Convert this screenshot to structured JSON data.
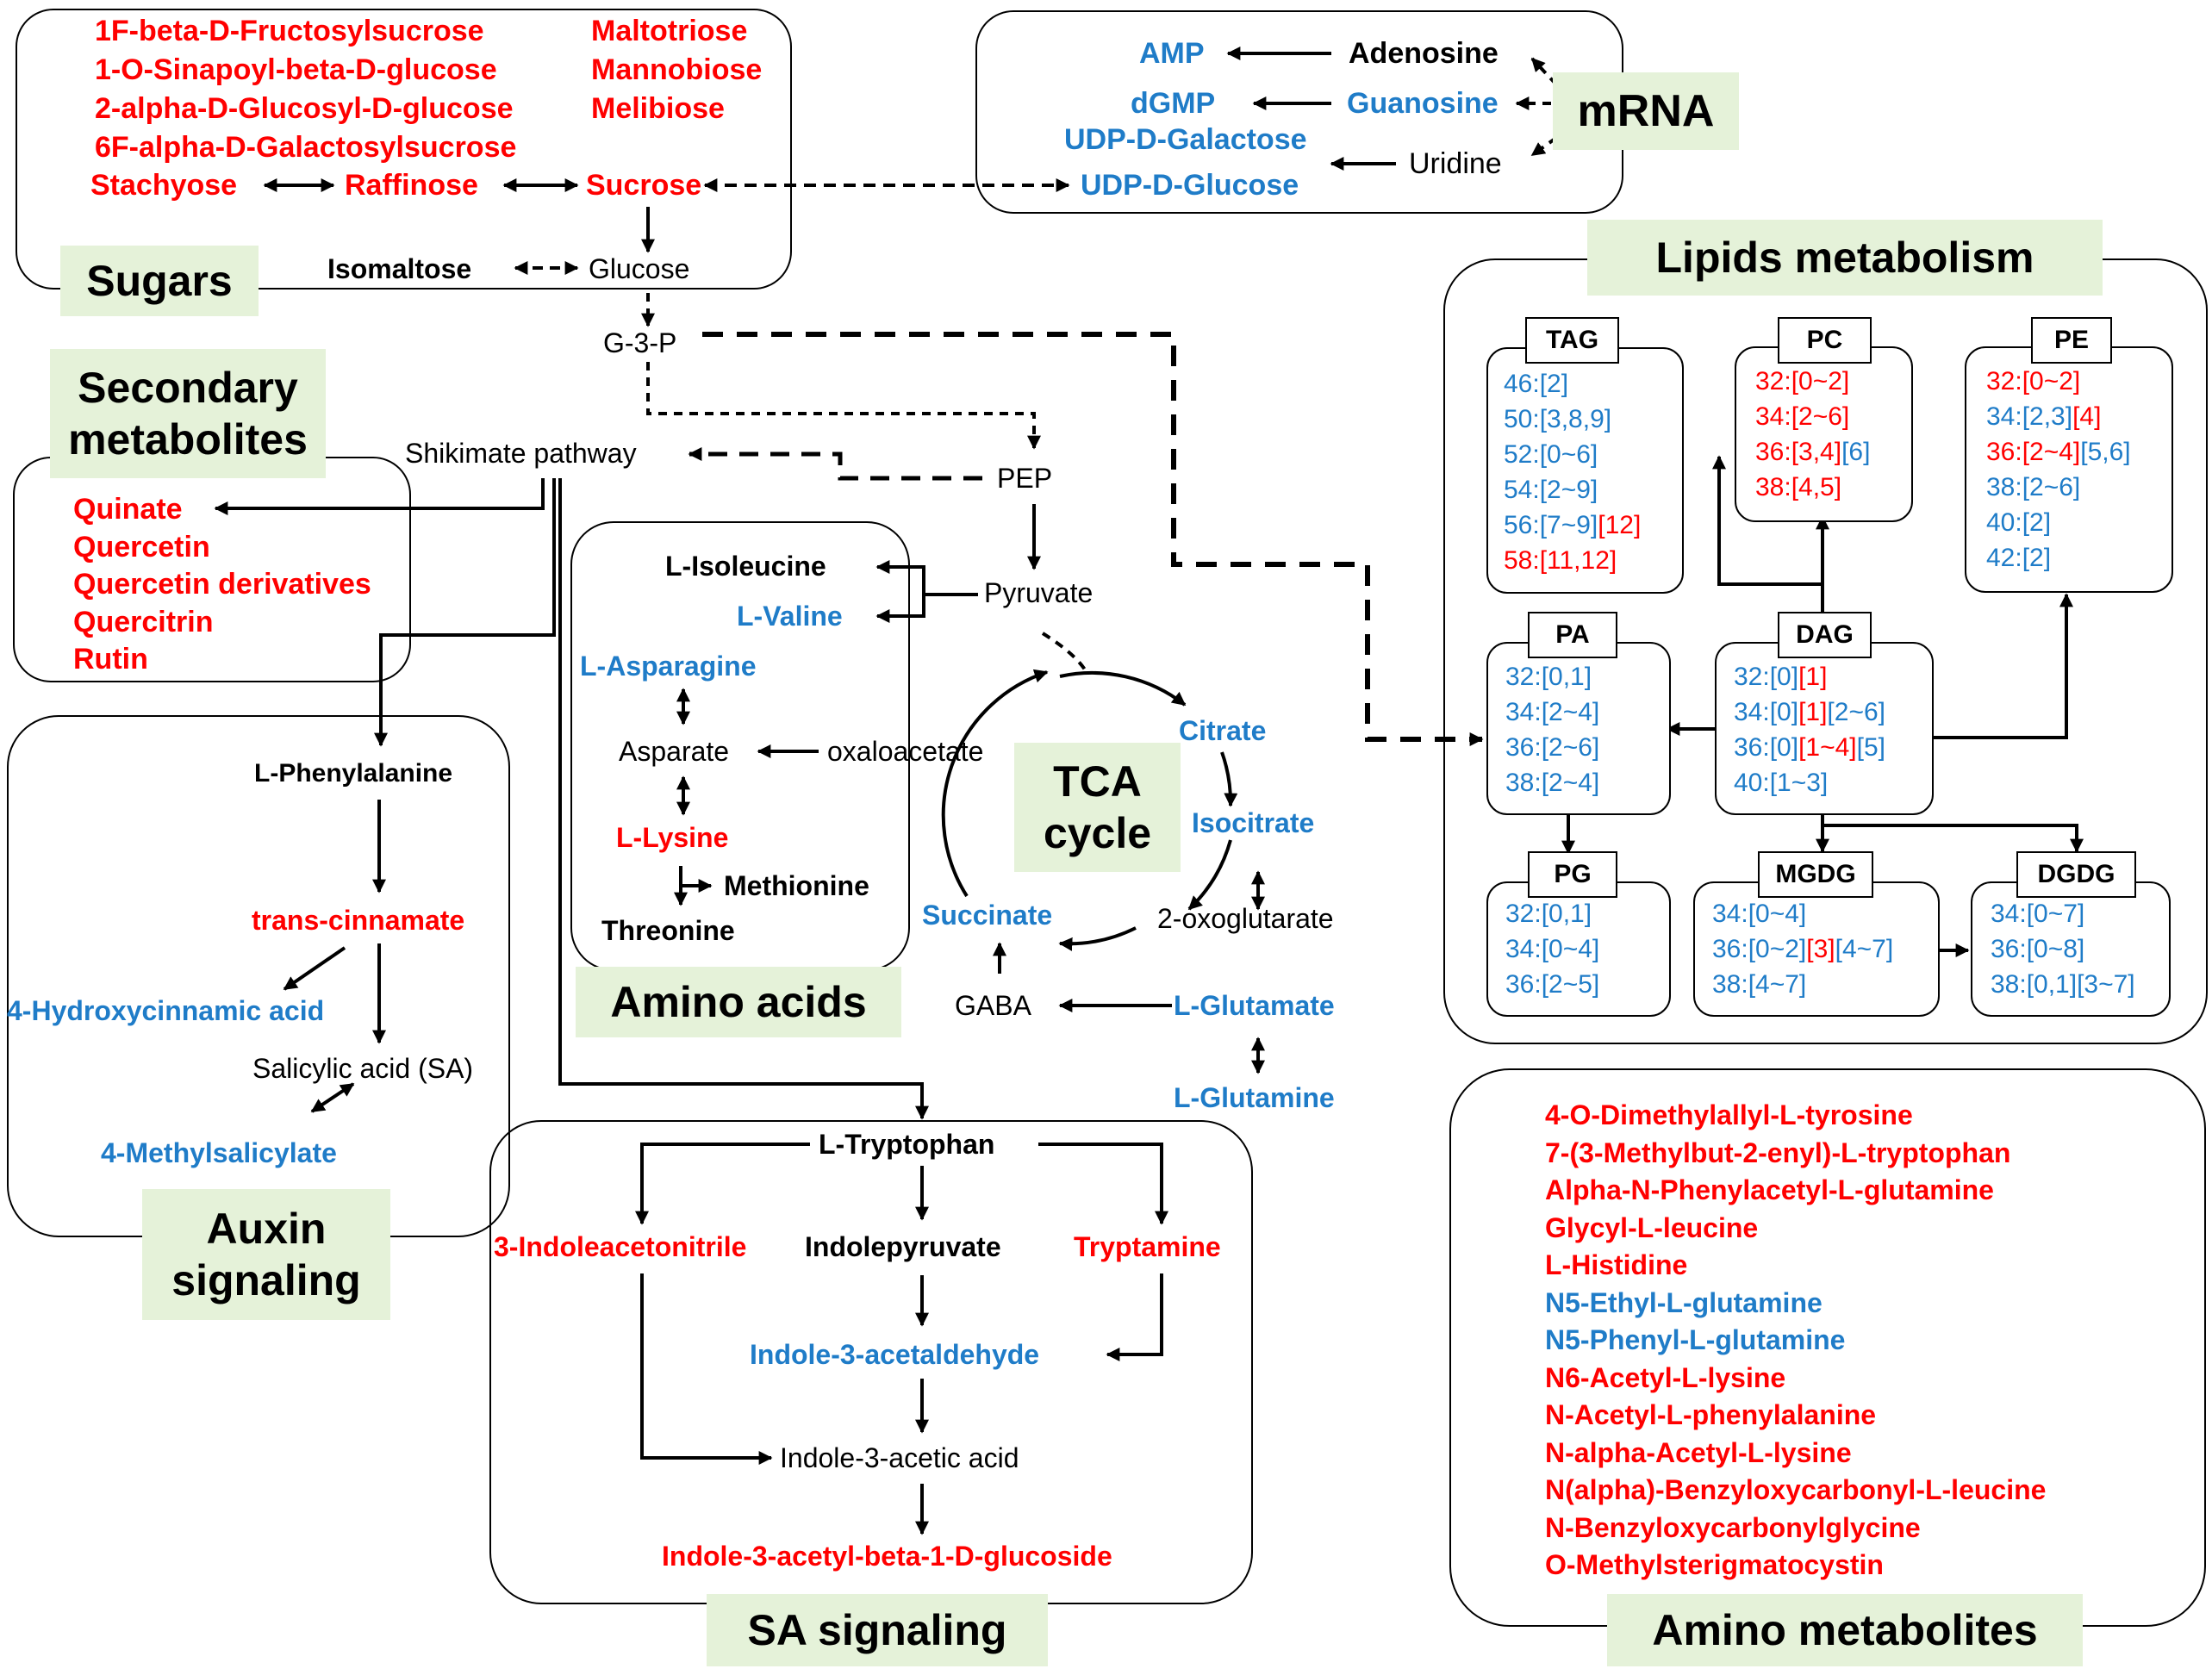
{
  "colors": {
    "up": "#ff0000",
    "down": "#1f7cc8",
    "neutral": "#000000",
    "label_bg": "#e5f2d9"
  },
  "sugars": {
    "title": "Sugars",
    "items_left": [
      "1F-beta-D-Fructosylsucrose",
      "1-O-Sinapoyl-beta-D-glucose",
      "2-alpha-D-Glucosyl-D-glucose",
      "6F-alpha-D-Galactosylsucrose"
    ],
    "items_right": [
      "Maltotriose",
      "Mannobiose",
      "Melibiose"
    ],
    "stachyose": "Stachyose",
    "raffinose": "Raffinose",
    "sucrose": "Sucrose",
    "isomaltose": "Isomaltose",
    "glucose": "Glucose"
  },
  "mrna": {
    "title": "mRNA",
    "amp": "AMP",
    "adenosine": "Adenosine",
    "dgmp": "dGMP",
    "guanosine": "Guanosine",
    "udp_galactose": "UDP-D-Galactose",
    "udp_glucose": "UDP-D-Glucose",
    "uridine": "Uridine"
  },
  "central": {
    "g3p": "G-3-P",
    "shikimate": "Shikimate pathway",
    "pep": "PEP",
    "pyruvate": "Pyruvate",
    "oxaloacetate": "oxaloacetate",
    "citrate": "Citrate",
    "isocitrate": "Isocitrate",
    "oxoglutarate": "2-oxoglutarate",
    "succinate": "Succinate",
    "gaba": "GABA",
    "glutamate": "L-Glutamate",
    "glutamine": "L-Glutamine",
    "tca_line1": "TCA",
    "tca_line2": "cycle"
  },
  "secondary": {
    "title_line1": "Secondary",
    "title_line2": "metabolites",
    "items": [
      "Quinate",
      "Quercetin",
      "Quercetin derivatives",
      "Quercitrin",
      "Rutin"
    ]
  },
  "amino_acids": {
    "title": "Amino acids",
    "isoleucine": "L-Isoleucine",
    "valine": "L-Valine",
    "asparagine": "L-Asparagine",
    "asparate": "Asparate",
    "lysine": "L-Lysine",
    "methionine": "Methionine",
    "threonine": "Threonine"
  },
  "auxin": {
    "title_line1": "Auxin",
    "title_line2": "signaling",
    "phenylalanine": "L-Phenylalanine",
    "cinnamate": "trans-cinnamate",
    "hydroxycinnamic": "4-Hydroxycinnamic acid",
    "salicylic": "Salicylic acid (SA)",
    "methylsalicylate": "4-Methylsalicylate"
  },
  "sa": {
    "title": "SA signaling",
    "tryptophan": "L-Tryptophan",
    "indoleacetonitrile": "3-Indoleacetonitrile",
    "indolepyruvate": "Indolepyruvate",
    "tryptamine": "Tryptamine",
    "acetaldehyde": "Indole-3-acetaldehyde",
    "iaa": "Indole-3-acetic acid",
    "glucoside": "Indole-3-acetyl-beta-1-D-glucoside"
  },
  "lipids": {
    "title": "Lipids metabolism",
    "tag": "TAG",
    "pc": "PC",
    "pe": "PE",
    "pa": "PA",
    "dag": "DAG",
    "pg": "PG",
    "mgdg": "MGDG",
    "dgdg": "DGDG"
  },
  "amino_metabolites": {
    "title": "Amino metabolites",
    "items": [
      {
        "text": "4-O-Dimethylallyl-L-tyrosine",
        "color": "red"
      },
      {
        "text": "7-(3-Methylbut-2-enyl)-L-tryptophan",
        "color": "red"
      },
      {
        "text": "Alpha-N-Phenylacetyl-L-glutamine",
        "color": "red"
      },
      {
        "text": "Glycyl-L-leucine",
        "color": "red"
      },
      {
        "text": "L-Histidine",
        "color": "red"
      },
      {
        "text": "N5-Ethyl-L-glutamine",
        "color": "blue"
      },
      {
        "text": "N5-Phenyl-L-glutamine",
        "color": "blue"
      },
      {
        "text": "N6-Acetyl-L-lysine",
        "color": "red"
      },
      {
        "text": "N-Acetyl-L-phenylalanine",
        "color": "red"
      },
      {
        "text": "N-alpha-Acetyl-L-lysine",
        "color": "red"
      },
      {
        "text": "N(alpha)-Benzyloxycarbonyl-L-leucine",
        "color": "red"
      },
      {
        "text": "N-Benzyloxycarbonylglycine",
        "color": "red"
      },
      {
        "text": "O-Methylsterigmatocystin",
        "color": "red"
      }
    ]
  }
}
